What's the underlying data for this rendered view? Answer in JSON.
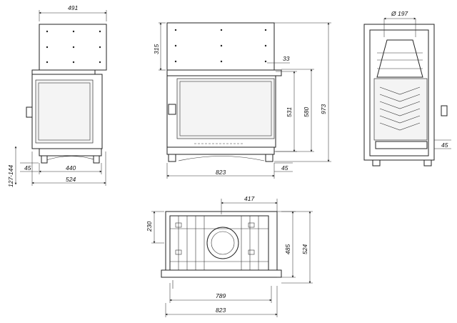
{
  "dimensions": {
    "front_width_top": "491",
    "front_depth_hood": "315",
    "front_inner_width": "440",
    "front_total_width": "524",
    "front_leg_45": "45",
    "front_leg_height": "127-144",
    "side_offset_33": "33",
    "side_glass_height": "531",
    "side_total_580": "580",
    "side_total_973": "973",
    "side_width_823": "823",
    "side_leg_45": "45",
    "back_flue_diameter": "Ø 197",
    "back_leg_45": "45",
    "top_width_417": "417",
    "top_depth_230": "230",
    "top_depth_485": "485",
    "top_depth_524": "524",
    "top_width_789": "789",
    "top_width_823": "823"
  }
}
